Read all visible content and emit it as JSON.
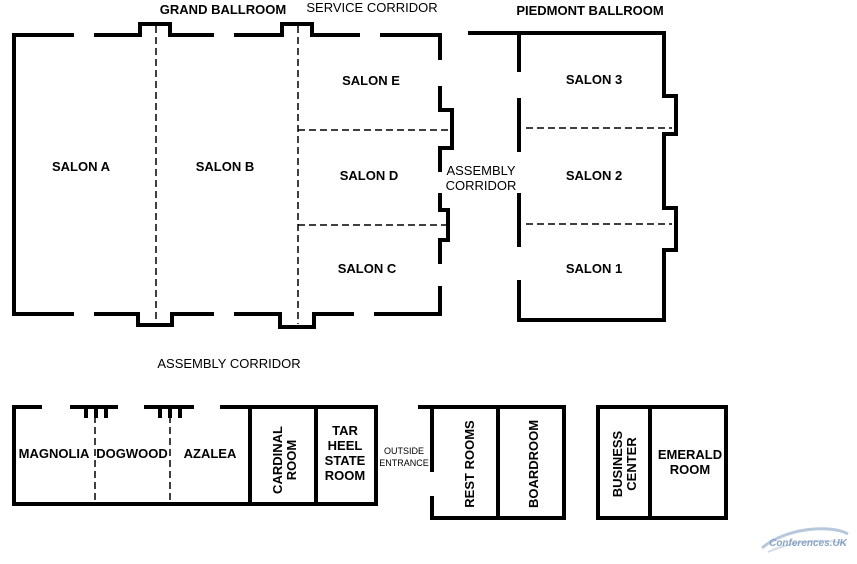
{
  "top_labels": {
    "grand_ballroom": "GRAND BALLROOM",
    "service_corridor": "SERVICE CORRIDOR",
    "piedmont_ballroom": "PIEDMONT BALLROOM",
    "assembly_corridor_mid": [
      "ASSEMBLY",
      "CORRIDOR"
    ],
    "assembly_corridor_low": "ASSEMBLY CORRIDOR"
  },
  "grand_ballroom_rooms": {
    "salon_a": "SALON A",
    "salon_b": "SALON B",
    "salon_e": "SALON E",
    "salon_d": "SALON D",
    "salon_c": "SALON C"
  },
  "piedmont_rooms": {
    "salon_3": "SALON 3",
    "salon_2": "SALON 2",
    "salon_1": "SALON 1"
  },
  "lower_rooms": {
    "magnolia": "MAGNOLIA",
    "dogwood": "DOGWOOD",
    "azalea": "AZALEA",
    "cardinal_room": [
      "CARDINAL",
      "ROOM"
    ],
    "tar_heel": [
      "TAR",
      "HEEL",
      "STATE",
      "ROOM"
    ],
    "outside_entrance": [
      "OUTSIDE",
      "ENTRANCE"
    ],
    "rest_rooms": "REST ROOMS",
    "boardroom": "BOARDROOM",
    "business_center": [
      "BUSINESS",
      "CENTER"
    ],
    "emerald_room": [
      "EMERALD",
      "ROOM"
    ]
  },
  "logo": {
    "text": "Conferences.UK",
    "color": "#8aa4c4"
  }
}
